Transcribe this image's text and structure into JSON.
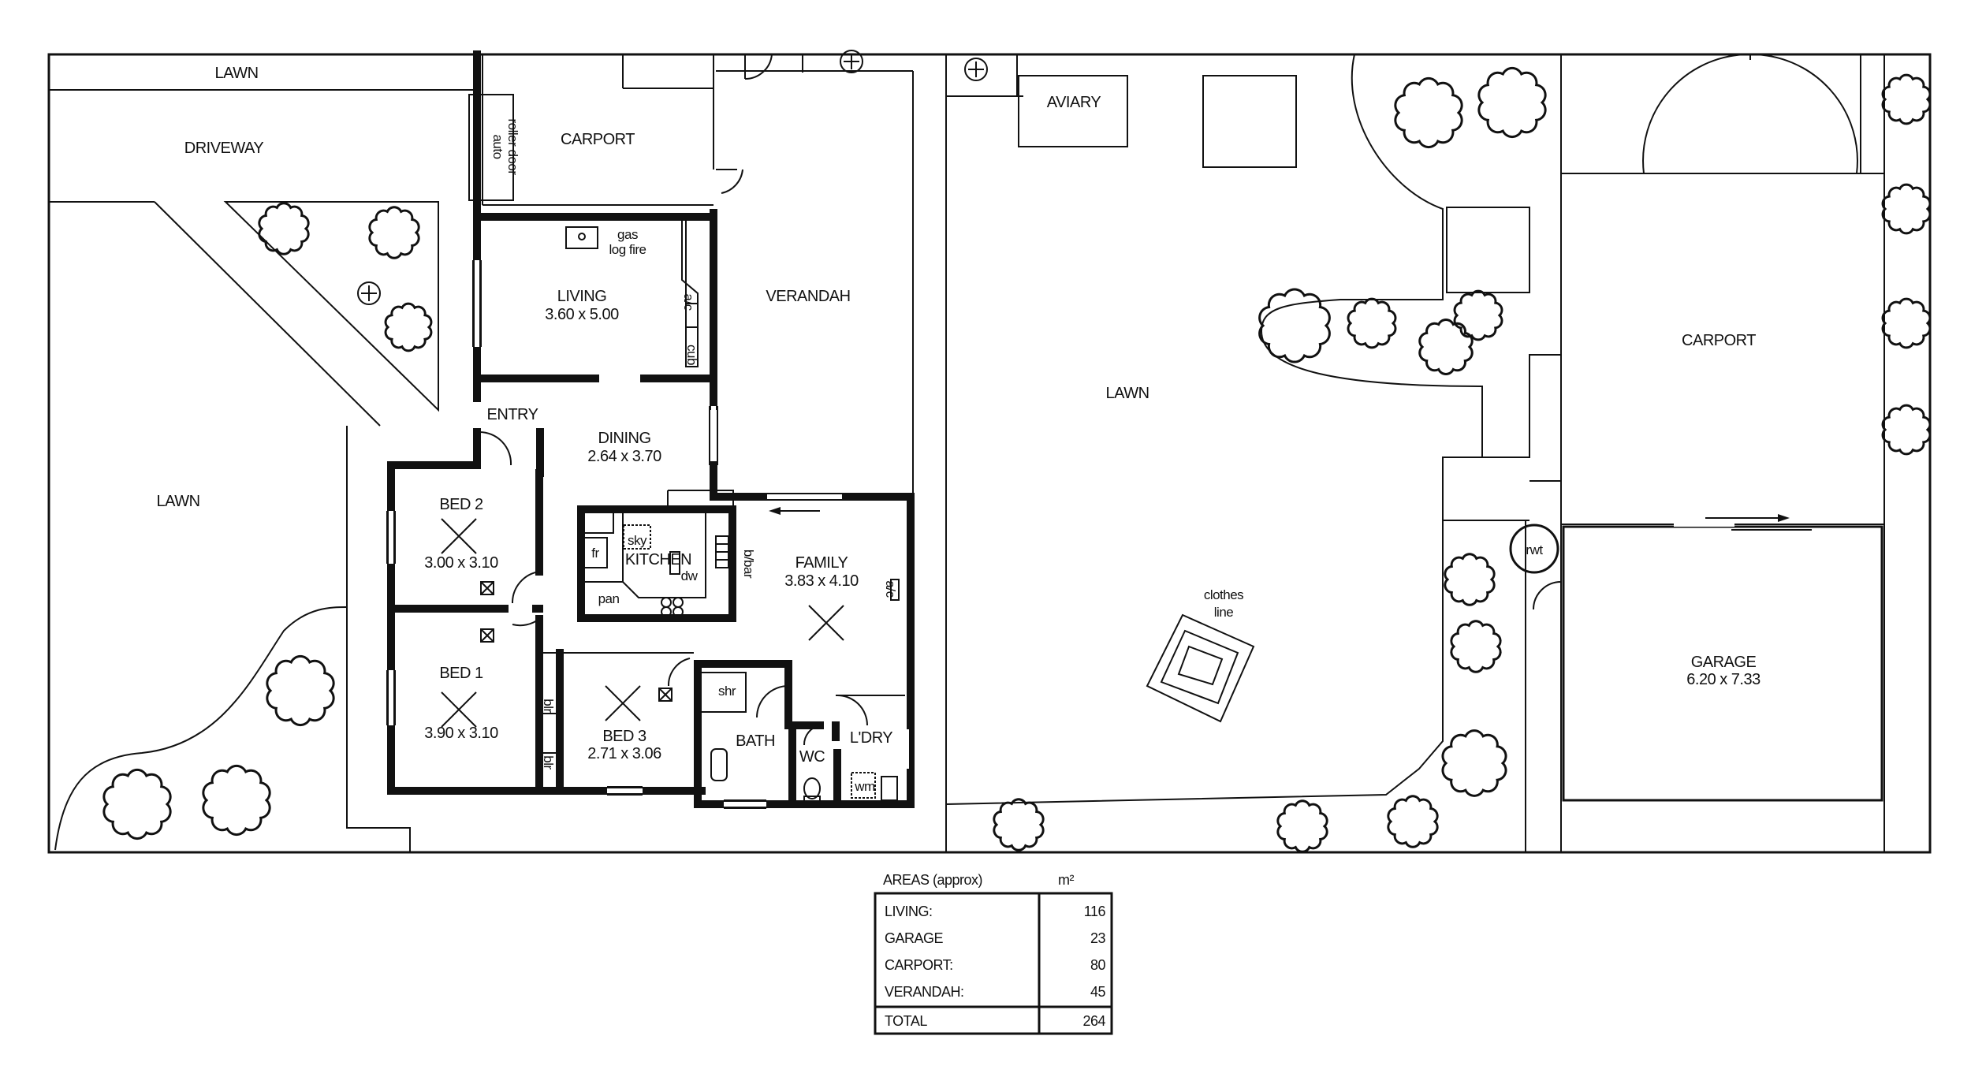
{
  "outdoor": {
    "lawn_top": "LAWN",
    "driveway": "DRIVEWAY",
    "lawn_left": "LAWN",
    "lawn_center": "LAWN",
    "aviary": "AVIARY",
    "clothes_line": [
      "clothes",
      "line"
    ],
    "rwt": "rwt",
    "verandah": "VERANDAH",
    "auto_roller_door": [
      "auto",
      "roller door"
    ]
  },
  "rooms": {
    "carport_front": {
      "name": "CARPORT"
    },
    "living": {
      "name": "LIVING",
      "dims": "3.60 x 5.00"
    },
    "gas_log_fire": [
      "gas",
      "log fire"
    ],
    "living_ac": "a/c",
    "living_cub": "cub",
    "entry": {
      "name": "ENTRY"
    },
    "dining": {
      "name": "DINING",
      "dims": "2.64 x 3.70"
    },
    "kitchen": {
      "name": "KITCHEN",
      "fr": "fr",
      "sky": "sky",
      "dw": "dw",
      "pan": "pan",
      "bbar": "b/bar"
    },
    "family": {
      "name": "FAMILY",
      "dims": "3.83 x 4.10",
      "ac": "a/c"
    },
    "bed2": {
      "name": "BED 2",
      "dims": "3.00 x 3.10"
    },
    "bed1": {
      "name": "BED 1",
      "dims": "3.90 x 3.10"
    },
    "bed3": {
      "name": "BED 3",
      "dims": "2.71 x 3.06"
    },
    "blr1": "blr",
    "blr2": "blr",
    "bath": {
      "name": "BATH",
      "shr": "shr"
    },
    "wc": {
      "name": "WC"
    },
    "ldry": {
      "name": "L'DRY",
      "wm": "wm"
    },
    "carport_rear": {
      "name": "CARPORT"
    },
    "garage": {
      "name": "GARAGE",
      "dims": "6.20 x 7.33"
    }
  },
  "areas_table": {
    "heading": "AREAS (approx)",
    "unit": "m²",
    "rows": [
      {
        "label": "LIVING:",
        "value": "116"
      },
      {
        "label": "GARAGE",
        "value": "23"
      },
      {
        "label": "CARPORT:",
        "value": "80"
      },
      {
        "label": "VERANDAH:",
        "value": "45"
      }
    ],
    "total": {
      "label": "TOTAL",
      "value": "264"
    }
  }
}
